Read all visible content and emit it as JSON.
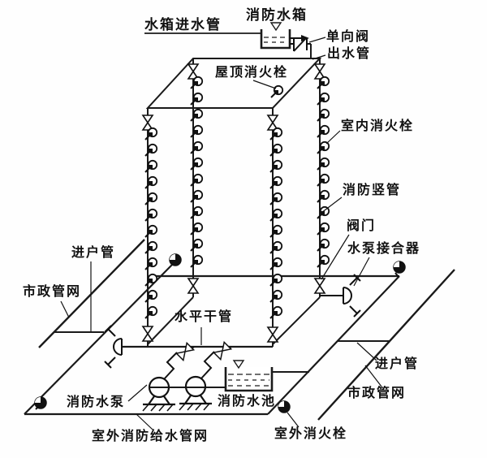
{
  "diagram": {
    "type": "isometric-piping-schematic",
    "colors": {
      "line": "#1a1a1a",
      "background": "#fefefe",
      "symbol_fill": "#111111",
      "text": "#111111"
    },
    "labels": {
      "fire_water_tank": "消防水箱",
      "tank_inlet_pipe": "水箱进水管",
      "check_valve": "单向阀",
      "outlet_pipe": "出水管",
      "roof_hydrant": "屋顶消火栓",
      "indoor_hydrant": "室内消火栓",
      "fire_riser": "消防竖管",
      "valve": "阀门",
      "pump_coupler": "水泵接合器",
      "service_pipe_left": "进户管",
      "municipal_network_left": "市政管网",
      "horizontal_main": "水平干管",
      "fire_pump": "消防水泵",
      "fire_pool": "消防水池",
      "outdoor_fire_network": "室外消防给水管网",
      "outdoor_hydrant": "室外消火栓",
      "service_pipe_right": "进户管",
      "municipal_network_right": "市政管网"
    },
    "symbols": [
      "fire-water-tank-icon",
      "water-level-triangle-icon",
      "check-valve-icon",
      "flow-arrow-icon",
      "gate-valve-icon",
      "hydrant-icon",
      "outdoor-hydrant-icon",
      "pump-icon",
      "pump-coupler-icon",
      "fire-pool-icon"
    ],
    "riser_count": 4,
    "pump_count": 2,
    "pump_coupler_count": 2,
    "outdoor_hydrant_count": 4
  }
}
